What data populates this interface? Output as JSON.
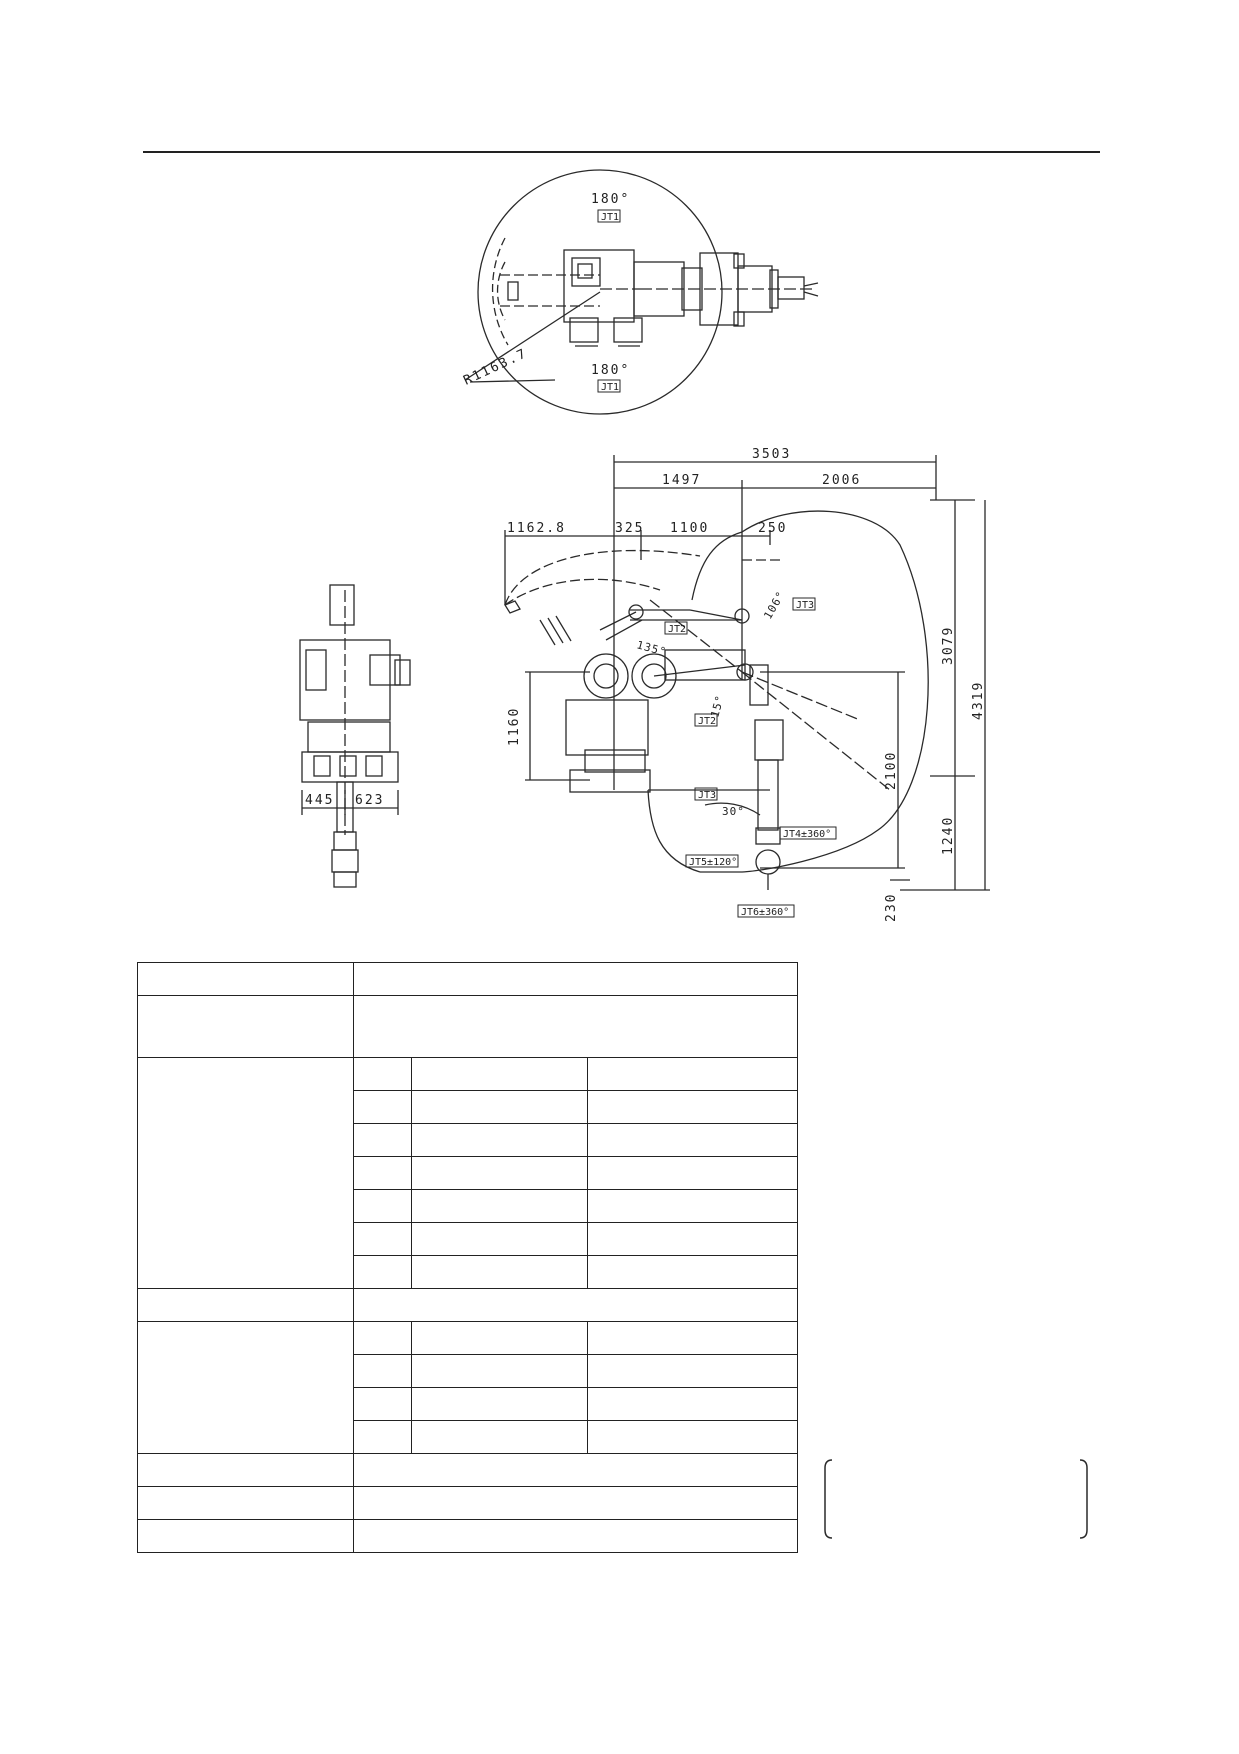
{
  "top_view": {
    "jt1_angle_top": "180°",
    "jt1_label_top": "JT1",
    "jt1_angle_bottom": "180°",
    "jt1_label_bottom": "JT1",
    "radius_label": "R1163.7"
  },
  "side_view": {
    "dim_total": "3503",
    "dim_1497": "1497",
    "dim_2006": "2006",
    "dim_1162": "1162.8",
    "dim_325": "325",
    "dim_1100": "1100",
    "dim_250": "250",
    "dim_3079": "3079",
    "dim_4319": "4319",
    "dim_1160": "1160",
    "dim_2100": "2100",
    "dim_1240": "1240",
    "dim_230": "230",
    "angle_106": "106°",
    "angle_135": "135°",
    "angle_15": "15°",
    "angle_30": "30°",
    "jt2_label_a": "JT2",
    "jt2_label_b": "JT2",
    "jt3_label_a": "JT3",
    "jt3_label_b": "JT3",
    "jt4_label": "JT4±360°",
    "jt5_label": "JT5±120°",
    "jt6_label": "JT6±360°"
  },
  "front_view": {
    "dim_445": "445",
    "dim_623": "623"
  },
  "spec_table": {
    "rows": []
  }
}
